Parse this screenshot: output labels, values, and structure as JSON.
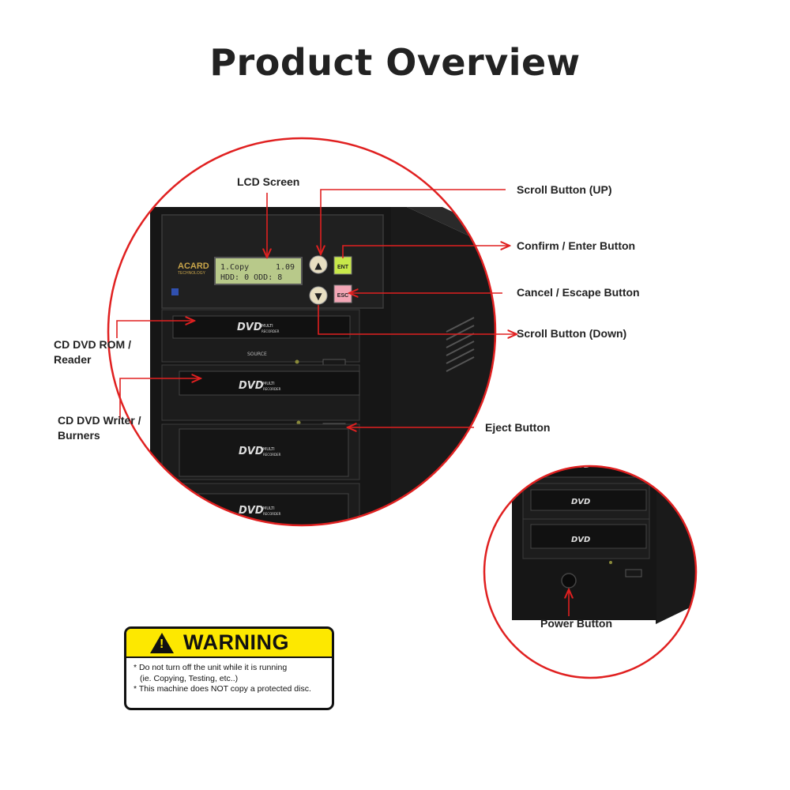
{
  "page": {
    "title": "Product Overview"
  },
  "device": {
    "brand_top": "ACARD",
    "brand_bottom": "TECHNOLOGY",
    "lcd_line1_left": "1.Copy",
    "lcd_line1_right": "1.09",
    "lcd_line2": "HDD: 0 ODD: 8",
    "btn_up": "▲",
    "btn_down": "▼",
    "btn_enter": "ENT",
    "btn_escape": "ESC",
    "drive_logo": "DVD",
    "drive_logo_sub": "MULTI",
    "drive_logo_rec": "RECORDER",
    "source_label": "SOURCE"
  },
  "callouts": {
    "lcd_screen": "LCD Screen",
    "scroll_up": "Scroll Button (UP)",
    "confirm": "Confirm / Enter Button",
    "cancel": "Cancel / Escape Button",
    "scroll_down": "Scroll Button (Down)",
    "reader": "CD DVD ROM / Reader",
    "writers": "CD DVD Writer / Burners",
    "eject": "Eject Button",
    "power": "Power Button"
  },
  "warning": {
    "title": "WARNING",
    "line1": "* Do not turn off the unit while it is running",
    "line2": "(ie. Copying, Testing, etc..)",
    "line3": "* This machine does NOT copy a protected disc."
  },
  "colors": {
    "accent_red": "#e02020",
    "warning_yellow": "#fde800",
    "device_black": "#151515",
    "lcd_green": "#b8c98a",
    "enter_green": "#c8e84a",
    "escape_pink": "#f3a6b6"
  }
}
